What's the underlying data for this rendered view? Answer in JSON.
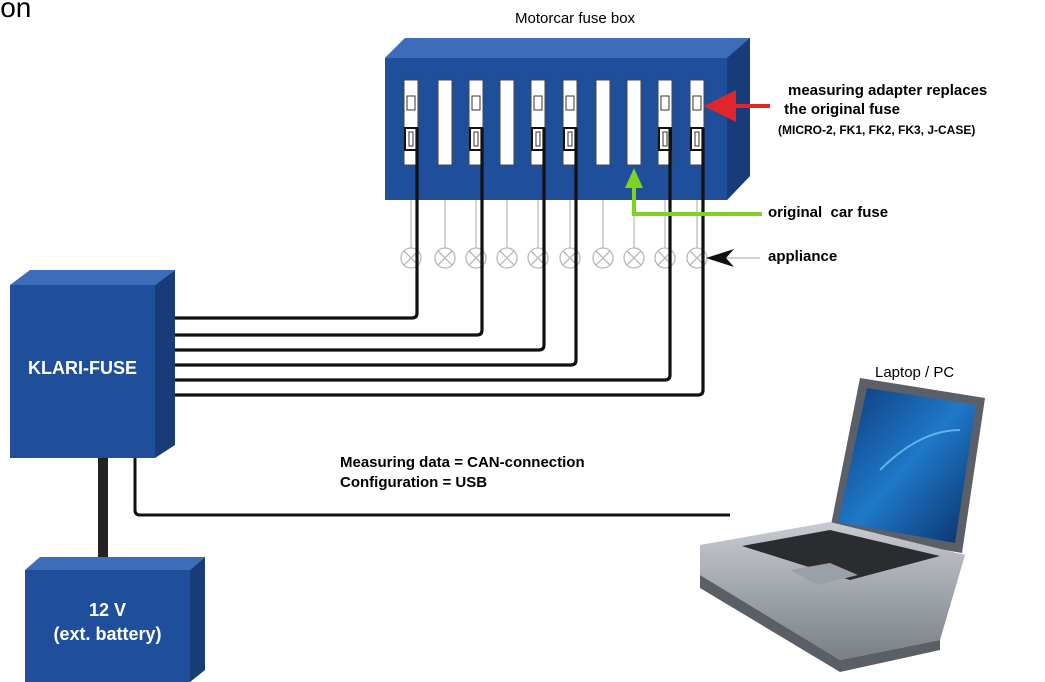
{
  "page_title_fragment": "ion",
  "fusebox": {
    "title": "Motorcar fuse box"
  },
  "annotations": {
    "adapter_line1": "measuring adapter replaces",
    "adapter_line2": " the original fuse",
    "adapter_types": "(MICRO-2, FK1, FK2, FK3, J-CASE)",
    "original_fuse": "original  car fuse",
    "appliance": "appliance"
  },
  "klari": {
    "label": "KLARI-FUSE"
  },
  "battery": {
    "line1": "12 V",
    "line2": "(ext. battery)"
  },
  "laptop": {
    "label": "Laptop / PC"
  },
  "connection": {
    "line1": "Measuring data = CAN-connection",
    "line2": "Configuration = USB"
  },
  "colors": {
    "box_blue": "#1f4f9a",
    "box_side": "#173c78",
    "box_top": "#3d6cb8",
    "arrow_red": "#e0262a",
    "arrow_green": "#7ed321",
    "wire": "#111111"
  }
}
